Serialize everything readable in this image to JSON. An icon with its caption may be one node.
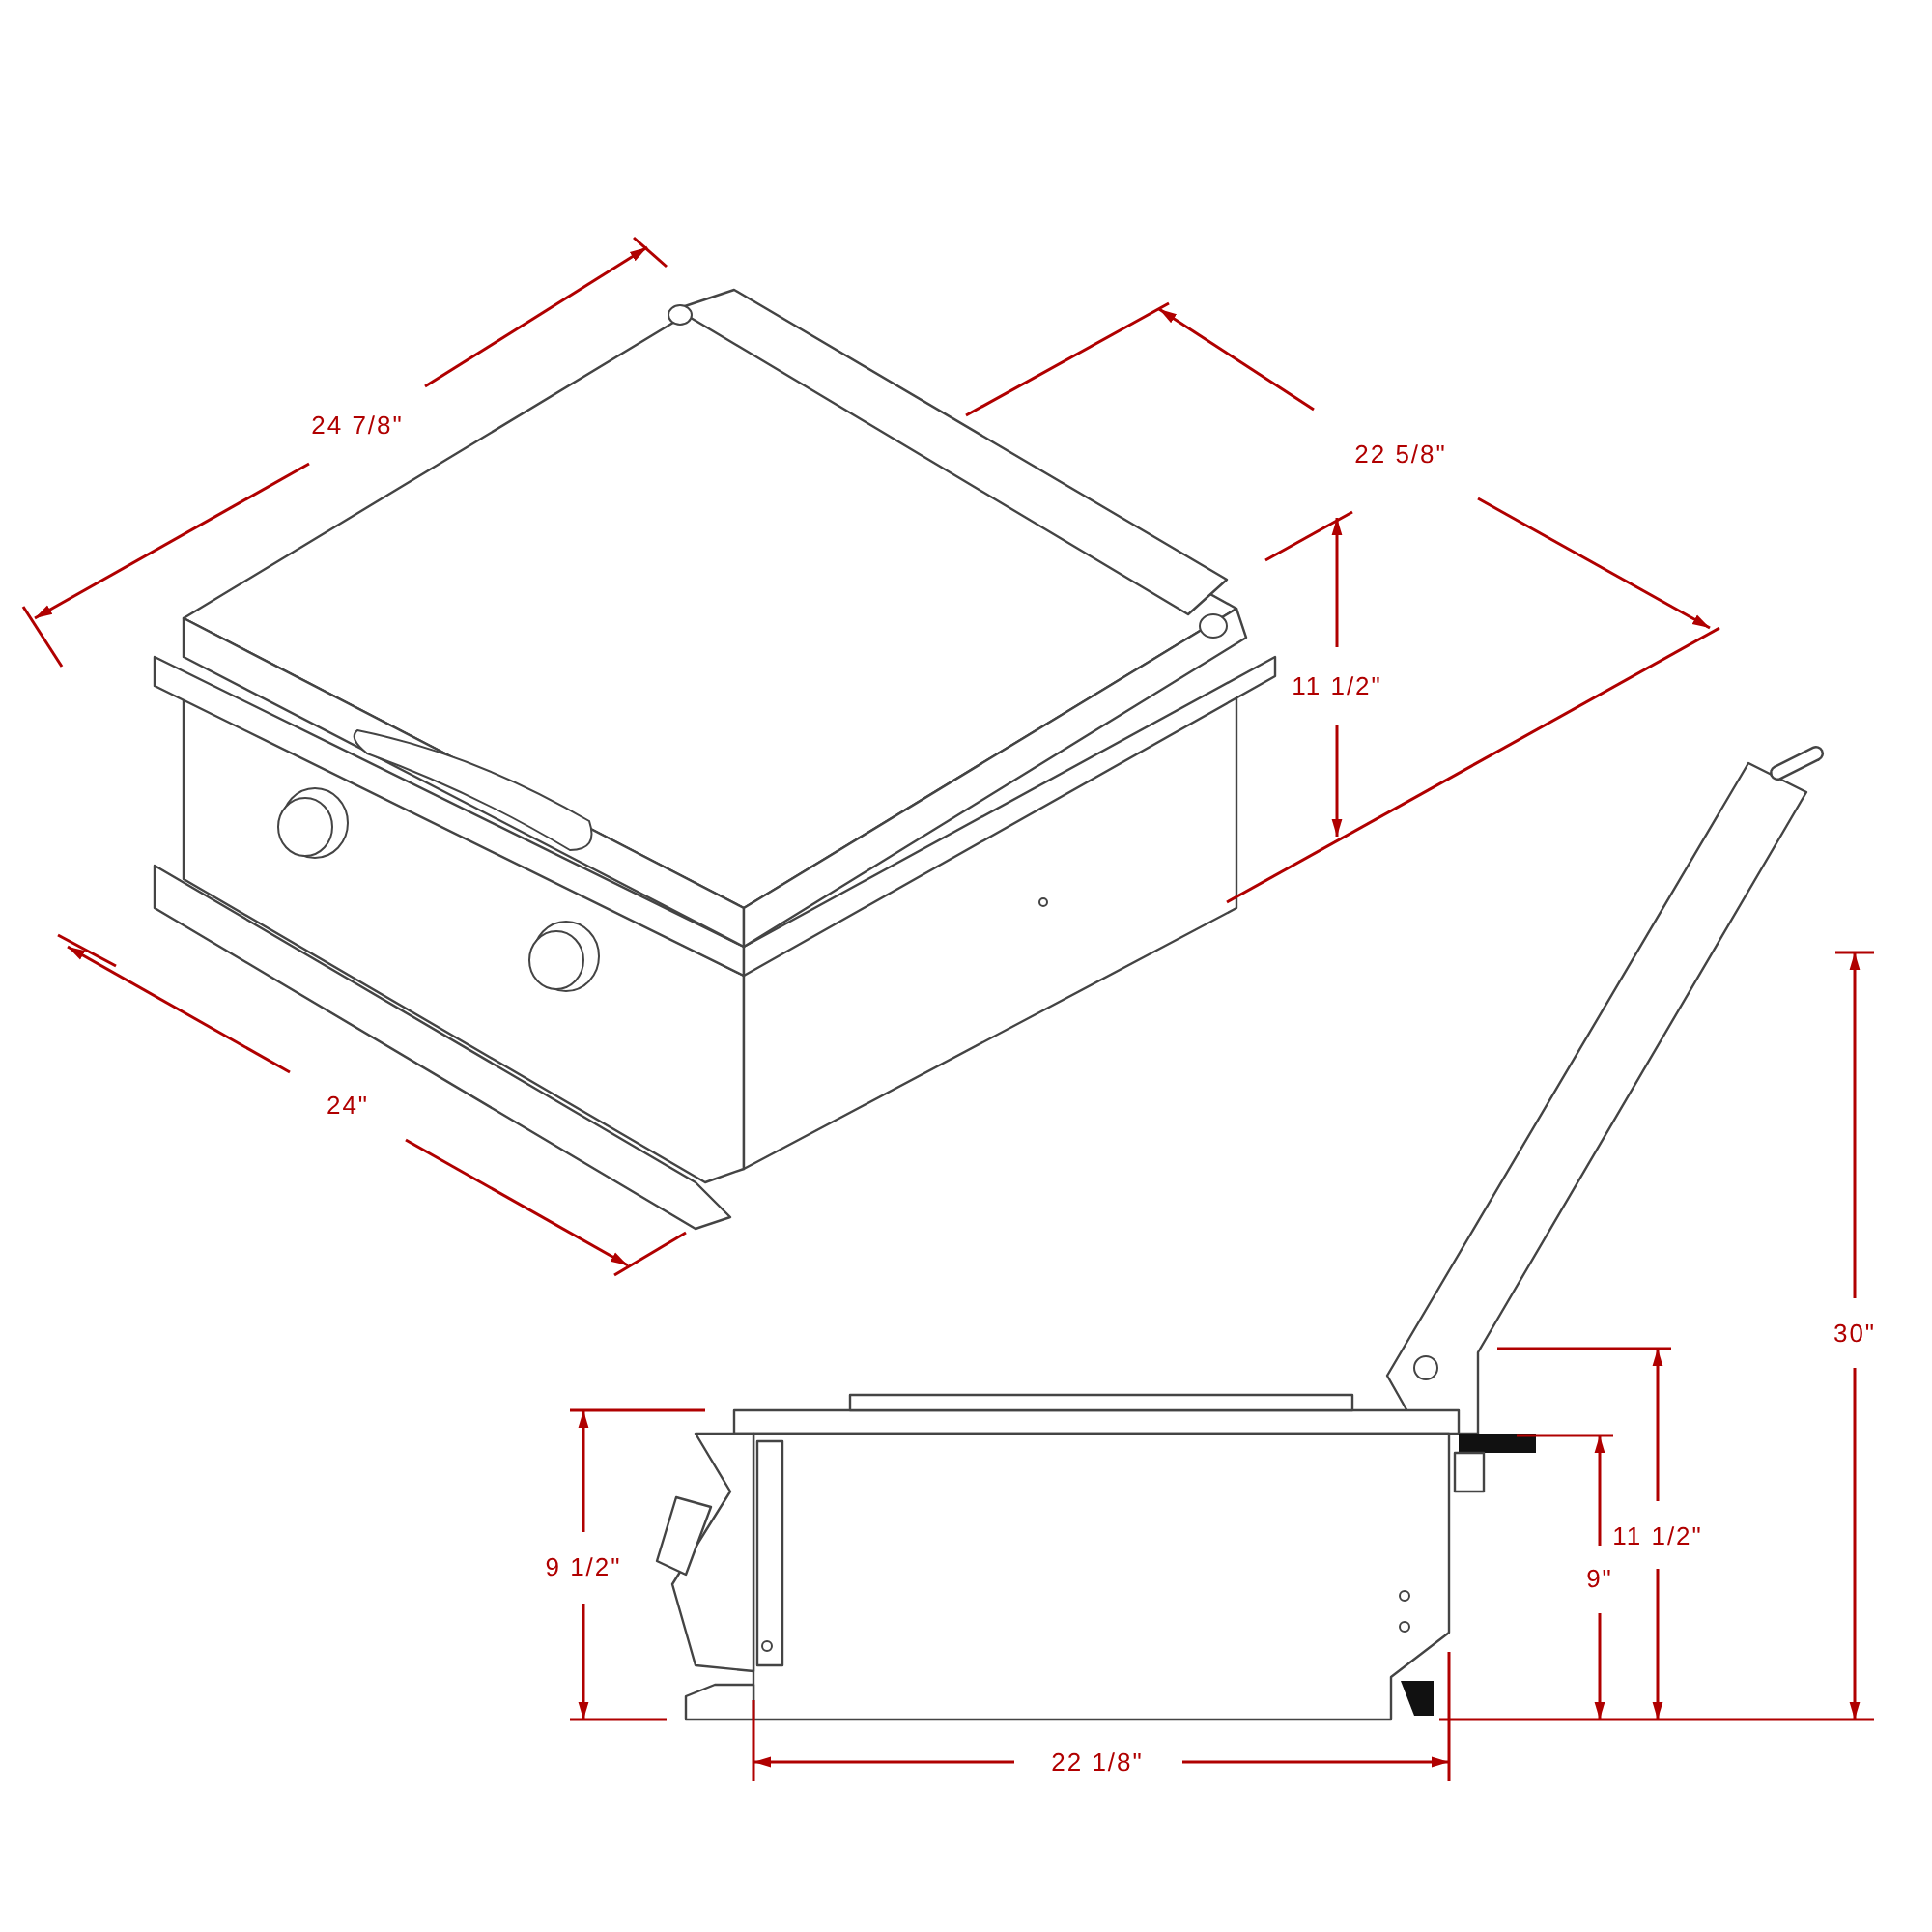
{
  "diagram": {
    "labels": [
      "24 7/8\"",
      "22 5/8\"",
      "11 1/2\"",
      "24\"",
      "30\"",
      "9 1/2\"",
      "11 1/2\"",
      "9\"",
      "22 1/8\""
    ]
  }
}
